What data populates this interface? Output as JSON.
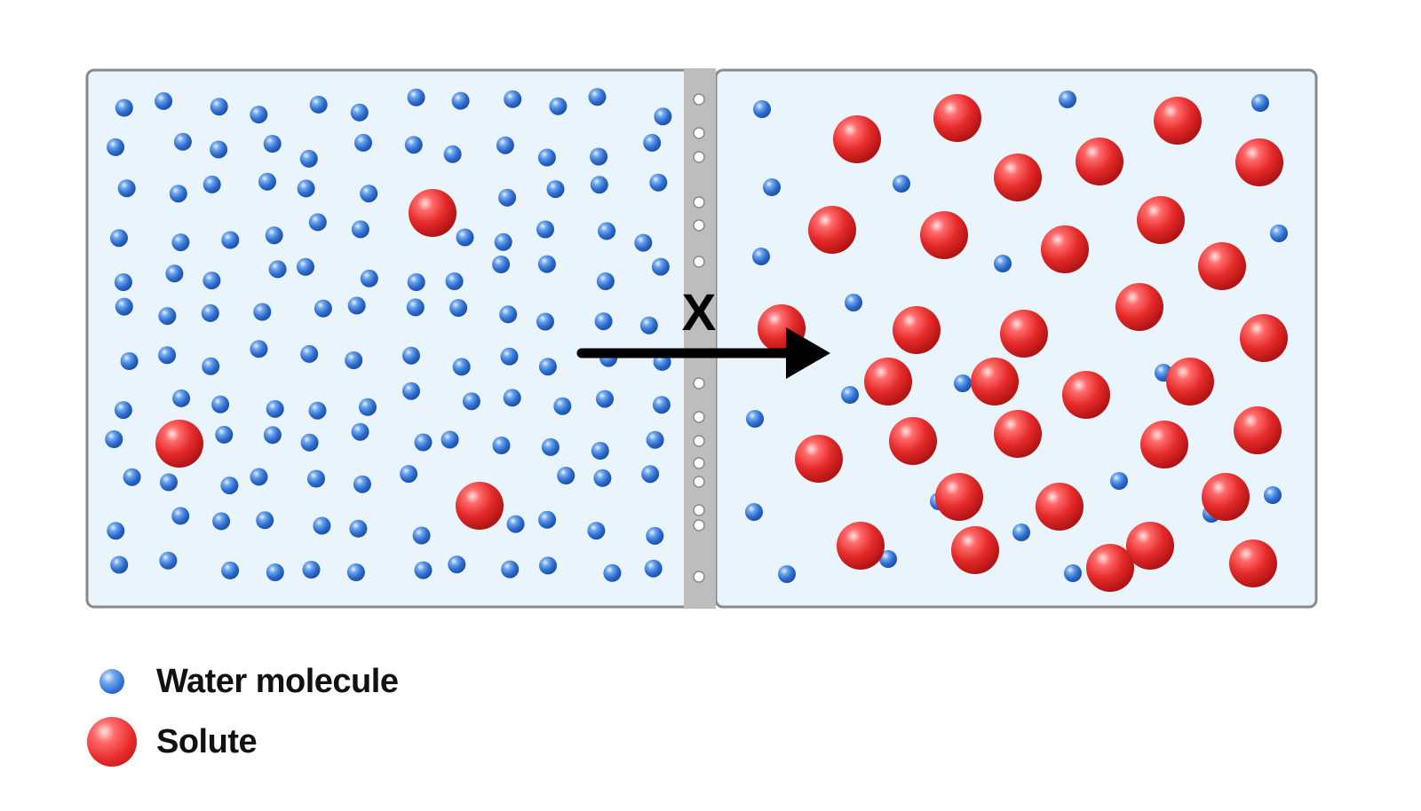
{
  "diagram": {
    "marker_label": "X",
    "arrow_direction": "left-to-right",
    "colors": {
      "chamber_fill": "#eaf4fc",
      "chamber_border": "#8a8a8a",
      "membrane": "#bdbdbd",
      "water": "#2f6fd0",
      "solute": "#e52a2a",
      "arrow": "#000000"
    }
  },
  "legend": {
    "water_label": "Water molecule",
    "solute_label": "Solute",
    "water_icon": "blue-sphere-icon",
    "solute_icon": "red-sphere-icon"
  },
  "particles": {
    "left": {
      "water_count": 146,
      "solute_count": 3
    },
    "right": {
      "water_count": 22,
      "solute_count": 33
    }
  }
}
